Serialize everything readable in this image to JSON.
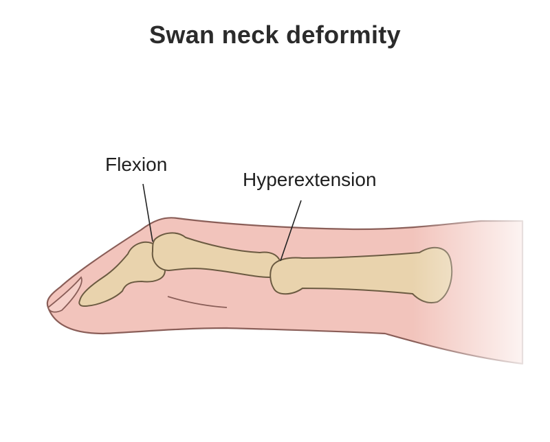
{
  "title": "Swan neck deformity",
  "labels": {
    "flexion": "Flexion",
    "hyperextension": "Hyperextension"
  },
  "colors": {
    "skin": "#f2c4bc",
    "skin_outline": "#8a5e58",
    "bone": "#e9d3ad",
    "bone_outline": "#6b5a41",
    "text": "#2b2b2b"
  }
}
